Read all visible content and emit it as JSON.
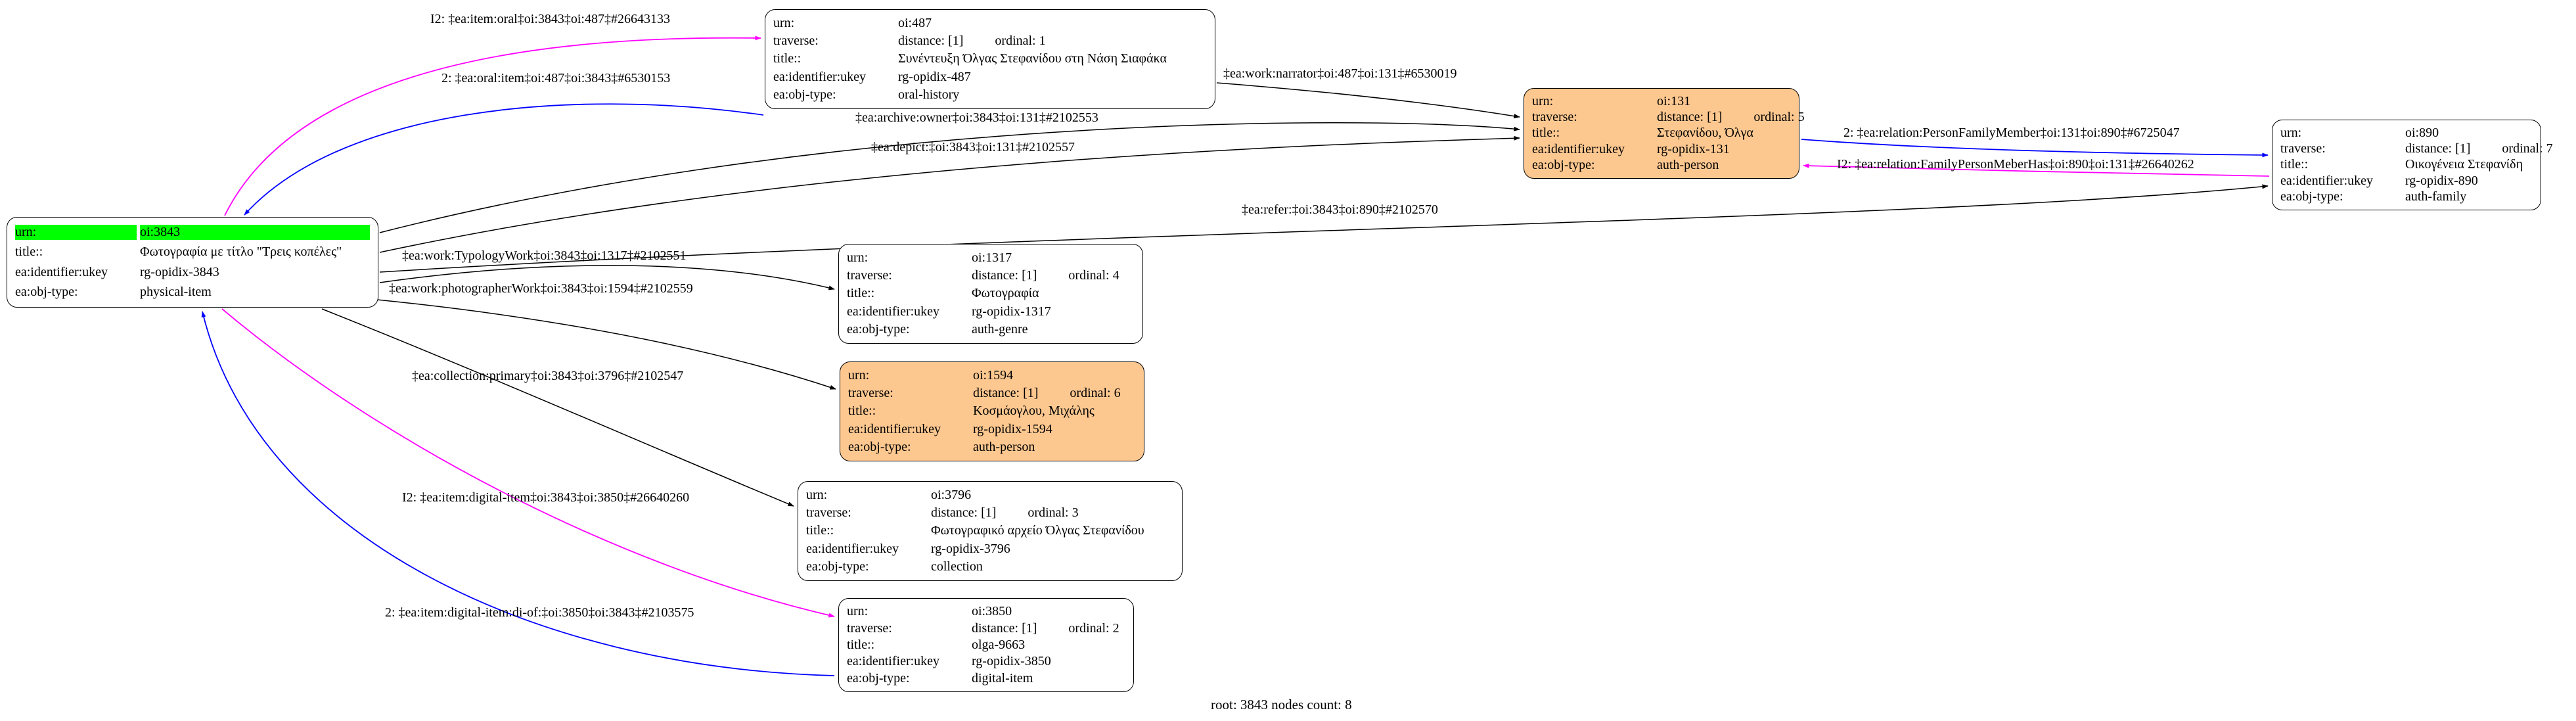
{
  "footer": "root: 3843 nodes count: 8",
  "colors": {
    "black": "#000000",
    "magenta": "#FF00FF",
    "blue": "#0000FF",
    "node_orange": "#FDC890",
    "highlight_green": "#00FF00"
  },
  "nodes": [
    {
      "id": "3843",
      "fill": "white",
      "rows": [
        {
          "key": "urn:",
          "value": "oi:3843",
          "highlight": true
        },
        {
          "key": "title::",
          "value": "Φωτογραφία με τίτλο \"Τρεις κοπέλες\""
        },
        {
          "key": "ea:identifier:ukey",
          "value": "rg-opidix-3843"
        },
        {
          "key": "ea:obj-type:",
          "value": "physical-item"
        }
      ]
    },
    {
      "id": "487",
      "fill": "white",
      "rows": [
        {
          "key": "urn:",
          "value": "oi:487"
        },
        {
          "key": "traverse:",
          "value": "distance: [1]",
          "value2": "ordinal: 1"
        },
        {
          "key": "title::",
          "value": "Συνέντευξη Όλγας Στεφανίδου στη Νάση Σιαφάκα"
        },
        {
          "key": "ea:identifier:ukey",
          "value": "rg-opidix-487"
        },
        {
          "key": "ea:obj-type:",
          "value": "oral-history"
        }
      ]
    },
    {
      "id": "131",
      "fill": "orange",
      "rows": [
        {
          "key": "urn:",
          "value": "oi:131"
        },
        {
          "key": "traverse:",
          "value": "distance: [1]",
          "value2": "ordinal: 5"
        },
        {
          "key": "title::",
          "value": "Στεφανίδου, Όλγα"
        },
        {
          "key": "ea:identifier:ukey",
          "value": "rg-opidix-131"
        },
        {
          "key": "ea:obj-type:",
          "value": "auth-person"
        }
      ]
    },
    {
      "id": "890",
      "fill": "white",
      "rows": [
        {
          "key": "urn:",
          "value": "oi:890"
        },
        {
          "key": "traverse:",
          "value": "distance: [1]",
          "value2": "ordinal: 7"
        },
        {
          "key": "title::",
          "value": "Οικογένεια Στεφανίδη"
        },
        {
          "key": "ea:identifier:ukey",
          "value": "rg-opidix-890"
        },
        {
          "key": "ea:obj-type:",
          "value": "auth-family"
        }
      ]
    },
    {
      "id": "1317",
      "fill": "white",
      "rows": [
        {
          "key": "urn:",
          "value": "oi:1317"
        },
        {
          "key": "traverse:",
          "value": "distance: [1]",
          "value2": "ordinal: 4"
        },
        {
          "key": "title::",
          "value": "Φωτογραφία"
        },
        {
          "key": "ea:identifier:ukey",
          "value": "rg-opidix-1317"
        },
        {
          "key": "ea:obj-type:",
          "value": "auth-genre"
        }
      ]
    },
    {
      "id": "1594",
      "fill": "orange",
      "rows": [
        {
          "key": "urn:",
          "value": "oi:1594"
        },
        {
          "key": "traverse:",
          "value": "distance: [1]",
          "value2": "ordinal: 6"
        },
        {
          "key": "title::",
          "value": "Κοσμάογλου, Μιχάλης"
        },
        {
          "key": "ea:identifier:ukey",
          "value": "rg-opidix-1594"
        },
        {
          "key": "ea:obj-type:",
          "value": "auth-person"
        }
      ]
    },
    {
      "id": "3796",
      "fill": "white",
      "rows": [
        {
          "key": "urn:",
          "value": "oi:3796"
        },
        {
          "key": "traverse:",
          "value": "distance: [1]",
          "value2": "ordinal: 3"
        },
        {
          "key": "title::",
          "value": "Φωτογραφικό αρχείο Όλγας Στεφανίδου"
        },
        {
          "key": "ea:identifier:ukey",
          "value": "rg-opidix-3796"
        },
        {
          "key": "ea:obj-type:",
          "value": "collection"
        }
      ]
    },
    {
      "id": "3850",
      "fill": "white",
      "rows": [
        {
          "key": "urn:",
          "value": "oi:3850"
        },
        {
          "key": "traverse:",
          "value": "distance: [1]",
          "value2": "ordinal: 2"
        },
        {
          "key": "title::",
          "value": "olga-9663"
        },
        {
          "key": "ea:identifier:ukey",
          "value": "rg-opidix-3850"
        },
        {
          "key": "ea:obj-type:",
          "value": "digital-item"
        }
      ]
    }
  ],
  "edges": [
    {
      "label": "I2: ‡ea:item:oral‡oi:3843‡oi:487‡#26643133",
      "color": "magenta"
    },
    {
      "label": "2: ‡ea:oral:item‡oi:487‡oi:3843‡#6530153",
      "color": "blue"
    },
    {
      "label": "‡ea:work:narrator‡oi:487‡oi:131‡#6530019",
      "color": "black"
    },
    {
      "label": "‡ea:archive:owner‡oi:3843‡oi:131‡#2102553",
      "color": "black"
    },
    {
      "label": "‡ea:depict:‡oi:3843‡oi:131‡#2102557",
      "color": "black"
    },
    {
      "label": "2: ‡ea:relation:PersonFamilyMember‡oi:131‡oi:890‡#6725047",
      "color": "blue"
    },
    {
      "label": "I2: ‡ea:relation:FamilyPersonMeberHas‡oi:890‡oi:131‡#26640262",
      "color": "magenta"
    },
    {
      "label": "‡ea:refer:‡oi:3843‡oi:890‡#2102570",
      "color": "black"
    },
    {
      "label": "‡ea:work:TypologyWork‡oi:3843‡oi:1317‡#2102551",
      "color": "black"
    },
    {
      "label": "‡ea:work:photographerWork‡oi:3843‡oi:1594‡#2102559",
      "color": "black"
    },
    {
      "label": "‡ea:collection:primary‡oi:3843‡oi:3796‡#2102547",
      "color": "black"
    },
    {
      "label": "I2: ‡ea:item:digital-item‡oi:3843‡oi:3850‡#26640260",
      "color": "magenta"
    },
    {
      "label": "2: ‡ea:item:digital-item:di-of:‡oi:3850‡oi:3843‡#2103575",
      "color": "blue"
    }
  ]
}
